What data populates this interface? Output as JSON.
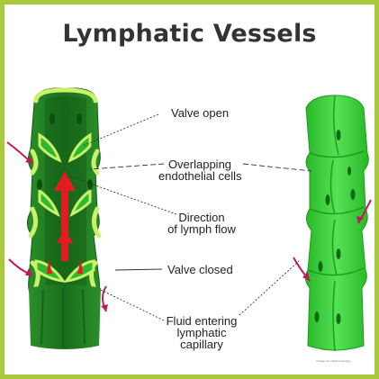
{
  "title": "Lymphatic Vessels",
  "labels": {
    "valve_open": "Valve open",
    "overlapping_cells": [
      "Overlapping",
      "endothelial cells"
    ],
    "direction_flow": [
      "Direction",
      "of lymph flow"
    ],
    "valve_closed": "Valve closed",
    "fluid_entering": [
      "Fluid entering",
      "lymphatic",
      "capillary"
    ]
  },
  "credit": "Image via Vitaknowledge",
  "colors": {
    "border": "#a8c93a",
    "vessel_dark": "#1d7a1d",
    "vessel_light": "#3fd23f",
    "valve_rim": "#c9f26a",
    "flow_arrow": "#e31b23",
    "fluid_arrow": "#c2185b"
  }
}
